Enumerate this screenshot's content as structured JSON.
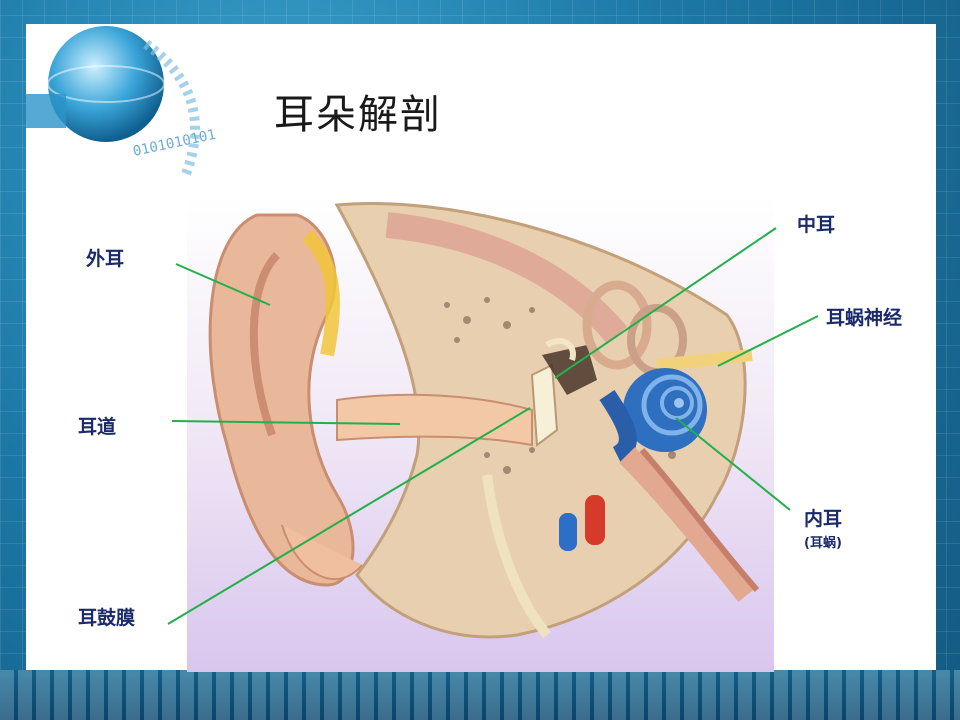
{
  "title": "耳朵解剖",
  "labels": {
    "outer_ear": "外耳",
    "ear_canal": "耳道",
    "eardrum": "耳鼓膜",
    "middle_ear": "中耳",
    "cochlear_nerve": "耳蜗神经",
    "inner_ear": "内耳",
    "inner_ear_sub": "(耳蜗)"
  },
  "logo_digits": "0101010101",
  "colors": {
    "pointer_line": "#22b04a",
    "label_text": "#1a2a6a",
    "cochlea": "#2f6fc0"
  }
}
